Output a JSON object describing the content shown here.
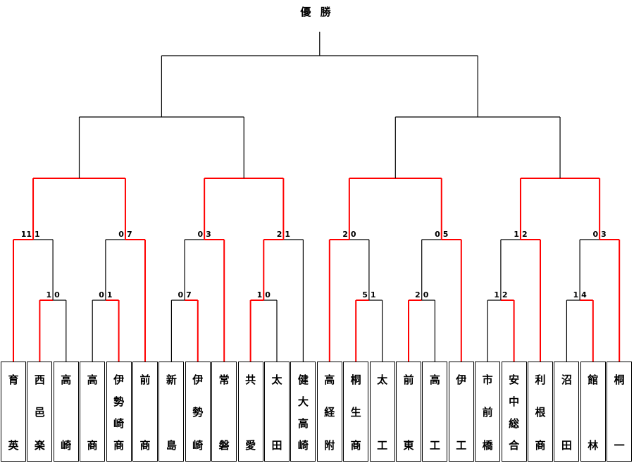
{
  "title": "優 勝",
  "colors": {
    "winner_line": "#ff0000",
    "line": "#000000"
  },
  "teams": [
    {
      "name": "育英"
    },
    {
      "name": "西邑楽"
    },
    {
      "name": "高崎"
    },
    {
      "name": "高商"
    },
    {
      "name": "伊勢崎商"
    },
    {
      "name": "前商"
    },
    {
      "name": "新島"
    },
    {
      "name": "伊勢崎"
    },
    {
      "name": "常磐"
    },
    {
      "name": "共愛"
    },
    {
      "name": "太田"
    },
    {
      "name": "健大高崎"
    },
    {
      "name": "高経附"
    },
    {
      "name": "桐生商"
    },
    {
      "name": "太工"
    },
    {
      "name": "前東"
    },
    {
      "name": "高工"
    },
    {
      "name": "伊工"
    },
    {
      "name": "市前橋"
    },
    {
      "name": "安中総合"
    },
    {
      "name": "利根商"
    },
    {
      "name": "沼田"
    },
    {
      "name": "館林"
    },
    {
      "name": "桐一"
    }
  ],
  "r1_scores": [
    {
      "left": "1",
      "right": "0"
    },
    {
      "left": "0",
      "right": "1"
    },
    {
      "left": "0",
      "right": "7"
    },
    {
      "left": "1",
      "right": "0"
    },
    {
      "left": "5",
      "right": "1"
    },
    {
      "left": "2",
      "right": "0"
    },
    {
      "left": "1",
      "right": "2"
    },
    {
      "left": "1",
      "right": "4"
    }
  ],
  "r2_scores": [
    {
      "left": "11",
      "right": "1"
    },
    {
      "left": "0",
      "right": "7"
    },
    {
      "left": "0",
      "right": "3"
    },
    {
      "left": "2",
      "right": "1"
    },
    {
      "left": "2",
      "right": "0"
    },
    {
      "left": "0",
      "right": "5"
    },
    {
      "left": "1",
      "right": "2"
    },
    {
      "left": "0",
      "right": "3"
    }
  ]
}
